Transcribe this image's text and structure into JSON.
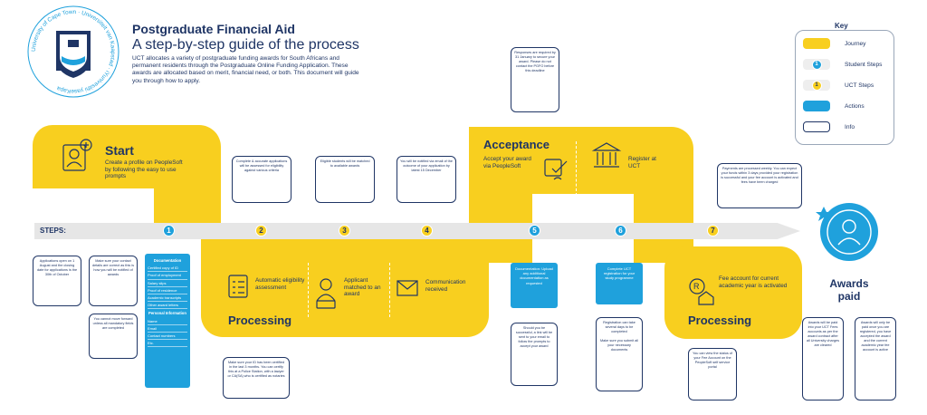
{
  "header": {
    "title": "Postgraduate Financial Aid",
    "subtitle": "A step-by-step guide of the process",
    "intro": "UCT allocates a variety of postgraduate funding awards for South Africans and permanent residents through the Postgraduate Online Funding Application. These awards are allocated based on merit, financial need, or both. This document will guide you through how to apply.",
    "seal_text": "University of Cape Town · Universiteit van Kaapstad · iYunivesithi yaseKapa"
  },
  "key": {
    "title": "Key",
    "items": [
      "Journey",
      "Student Steps",
      "UCT Steps",
      "Actions",
      "Info"
    ],
    "student_num": "1",
    "uct_num": "1"
  },
  "steps_label": "STEPS:",
  "steps": [
    {
      "num": "1",
      "type": "student"
    },
    {
      "num": "2",
      "type": "uct"
    },
    {
      "num": "3",
      "type": "uct"
    },
    {
      "num": "4",
      "type": "uct"
    },
    {
      "num": "5",
      "type": "student"
    },
    {
      "num": "6",
      "type": "student"
    },
    {
      "num": "7",
      "type": "uct"
    }
  ],
  "start": {
    "title": "Start",
    "text": "Create a profile on PeopleSoft by following the easy to use prompts"
  },
  "processing1": {
    "title": "Processing",
    "a": "Automatic eligibility assessment",
    "b": "Applicant matched to an award",
    "c": "Communication received"
  },
  "acceptance": {
    "title": "Acceptance",
    "a": "Accept your award via PeopleSoft",
    "b": "Register at UCT"
  },
  "processing2": {
    "title": "Processing",
    "text": "Fee account for current academic year is activated"
  },
  "awards": {
    "title": "Awards paid"
  },
  "info": {
    "top2": "Complete & accurate applications will be assessed for eligibility against various criteria",
    "top3": "Eligible students will be matched to available awards",
    "top4": "You will be notified via email of the outcome of your application by latest 15 December",
    "top5": "Responses are required by 31 January to secure your award. Please do not contact the PGFO before this deadline",
    "top7": "Payments are processed weekly. You can expect your funds within 3 days provided your registration is successful and your fee account is activated and fees have been charged",
    "dates": "Applications open on 1 August and the closing date for applications is the 30th of October",
    "contact": "Make sure your contact details are correct as this is how you will be notified of awards",
    "forward": "You cannot move forward unless all mandatory fields are completed",
    "id": "Make sure your ID has been certified in the last 3 months. You can certify this at a Police Station, with a lawyer or CA(SA) who is certified as notaries",
    "b5": "Should you be successful, a link will be sent to your email to follow the prompts to accept your award",
    "b6a": "Registration can take several days to be completed",
    "b6b": "Make sure you submit all your necessary documents",
    "b7": "You can view the status of your Fee Account on the PeopleSoft self service portal",
    "aw1": "Awards will be paid into your UCT Fees accounts as per the award contract after all University charges are cleared",
    "aw2": "Awards will only be paid once you are registered, you have accepted the award and the current academic year fee account is active"
  },
  "documentation": {
    "title": "Documentation",
    "items": [
      "Certified copy of ID",
      "Proof of employment",
      "Salary slips",
      "Proof of residence",
      "Academic transcripts",
      "Other award letters"
    ],
    "personal_title": "Personal Information",
    "personal": [
      "Name",
      "Email",
      "Contact numbers",
      "Etc."
    ]
  },
  "doc5": "Documentation: Upload any additional documentation as requested",
  "reg6": "Complete UCT registration for your study programme",
  "colors": {
    "journey": "#f8cf1f",
    "student": "#1fa1dc",
    "navy": "#1f3565",
    "steps_bar": "#e6e6e6"
  }
}
